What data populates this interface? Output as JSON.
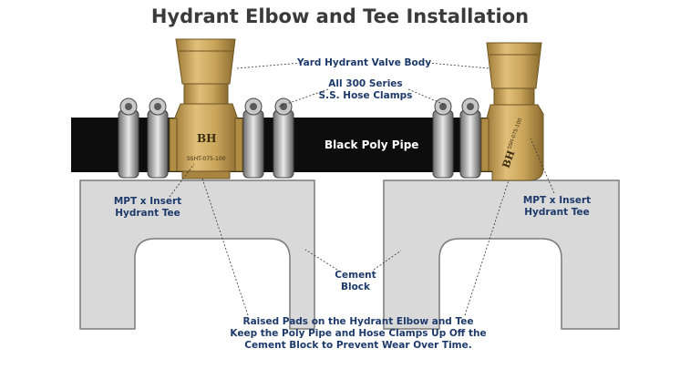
{
  "title": "Hydrant Elbow and Tee Installation",
  "labels": {
    "valve_body": "Yard Hydrant Valve Body",
    "clamps_line1": "All 300 Series",
    "clamps_line2": "S.S. Hose Clamps",
    "pipe": "Black Poly Pipe",
    "tee_left_line1": "MPT x Insert",
    "tee_left_line2": "Hydrant Tee",
    "tee_right_line1": "MPT x Insert",
    "tee_right_line2": "Hydrant Tee",
    "cement_line1": "Cement",
    "cement_line2": "Block",
    "pads_line1": "Raised Pads on the Hydrant Elbow and Tee",
    "pads_line2": "Keep the Poly Pipe and Hose Clamps Up Off the",
    "pads_line3": "Cement Block to Prevent Wear Over Time.",
    "tee_stamp": "SSHT-075-100",
    "elbow_stamp": "SSH-075-100",
    "logo_text": "BH"
  },
  "colors": {
    "brass": "#c9a55b",
    "brass_dark": "#8a6b2f",
    "pipe": "#0d0d0d",
    "block": "#d9d9d9",
    "block_edge": "#7a7a7a",
    "label": "#1d3a6b"
  }
}
